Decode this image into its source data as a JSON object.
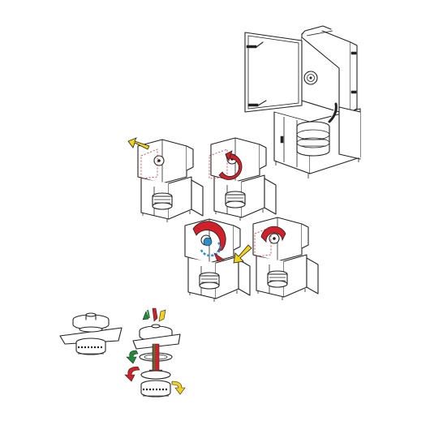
{
  "colors": {
    "outline": "#222222",
    "red": "#d0202a",
    "yellow": "#f2d21c",
    "green": "#1f8a3a",
    "blue": "#2a8fc8",
    "background": "#ffffff"
  },
  "figures": [
    {
      "id": "main-cabinet-open",
      "description_icon": "cabinet-open-door-icon"
    },
    {
      "id": "step-1",
      "arrow": "yellow"
    },
    {
      "id": "step-2",
      "arrow": "red"
    },
    {
      "id": "step-3",
      "arrow": "red-blue"
    },
    {
      "id": "step-4",
      "arrow": "yellow"
    },
    {
      "id": "sieve-assembled"
    },
    {
      "id": "sieve-exploded",
      "arrows": [
        "red",
        "green",
        "yellow"
      ]
    }
  ]
}
